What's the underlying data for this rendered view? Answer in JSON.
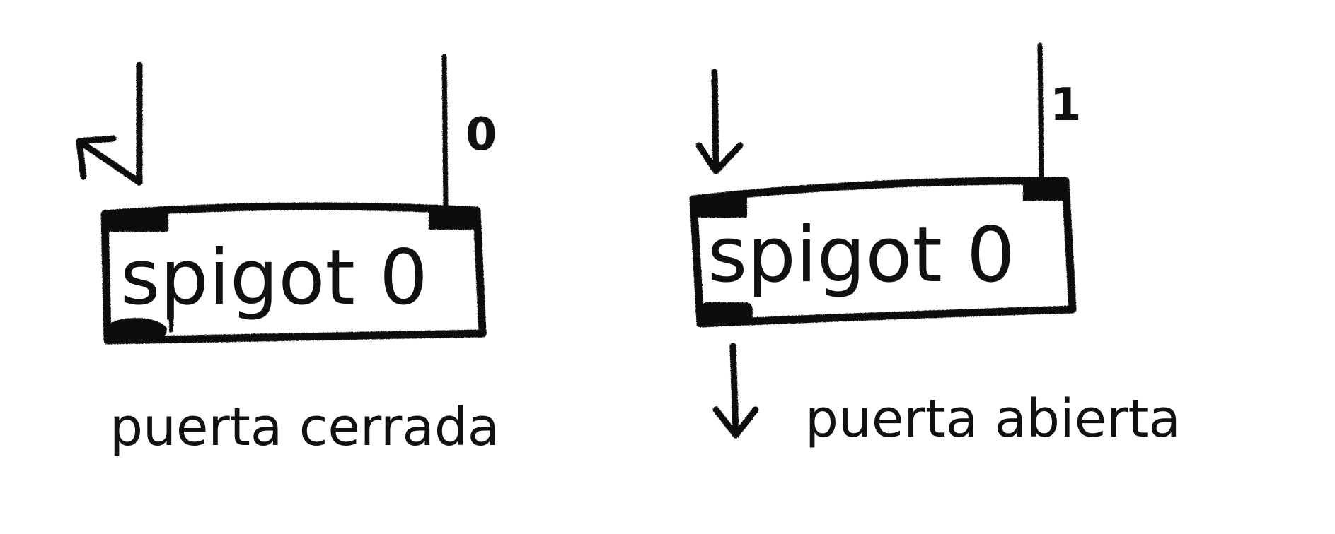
{
  "diagrams": [
    {
      "object_label": "spigot 0",
      "right_inlet_value": "0",
      "caption": "puerta cerrada",
      "gate_open": false
    },
    {
      "object_label": "spigot 0",
      "right_inlet_value": "1",
      "caption": "puerta abierta",
      "gate_open": true
    }
  ],
  "colors": {
    "ink": "#111111",
    "background": "#ffffff"
  }
}
